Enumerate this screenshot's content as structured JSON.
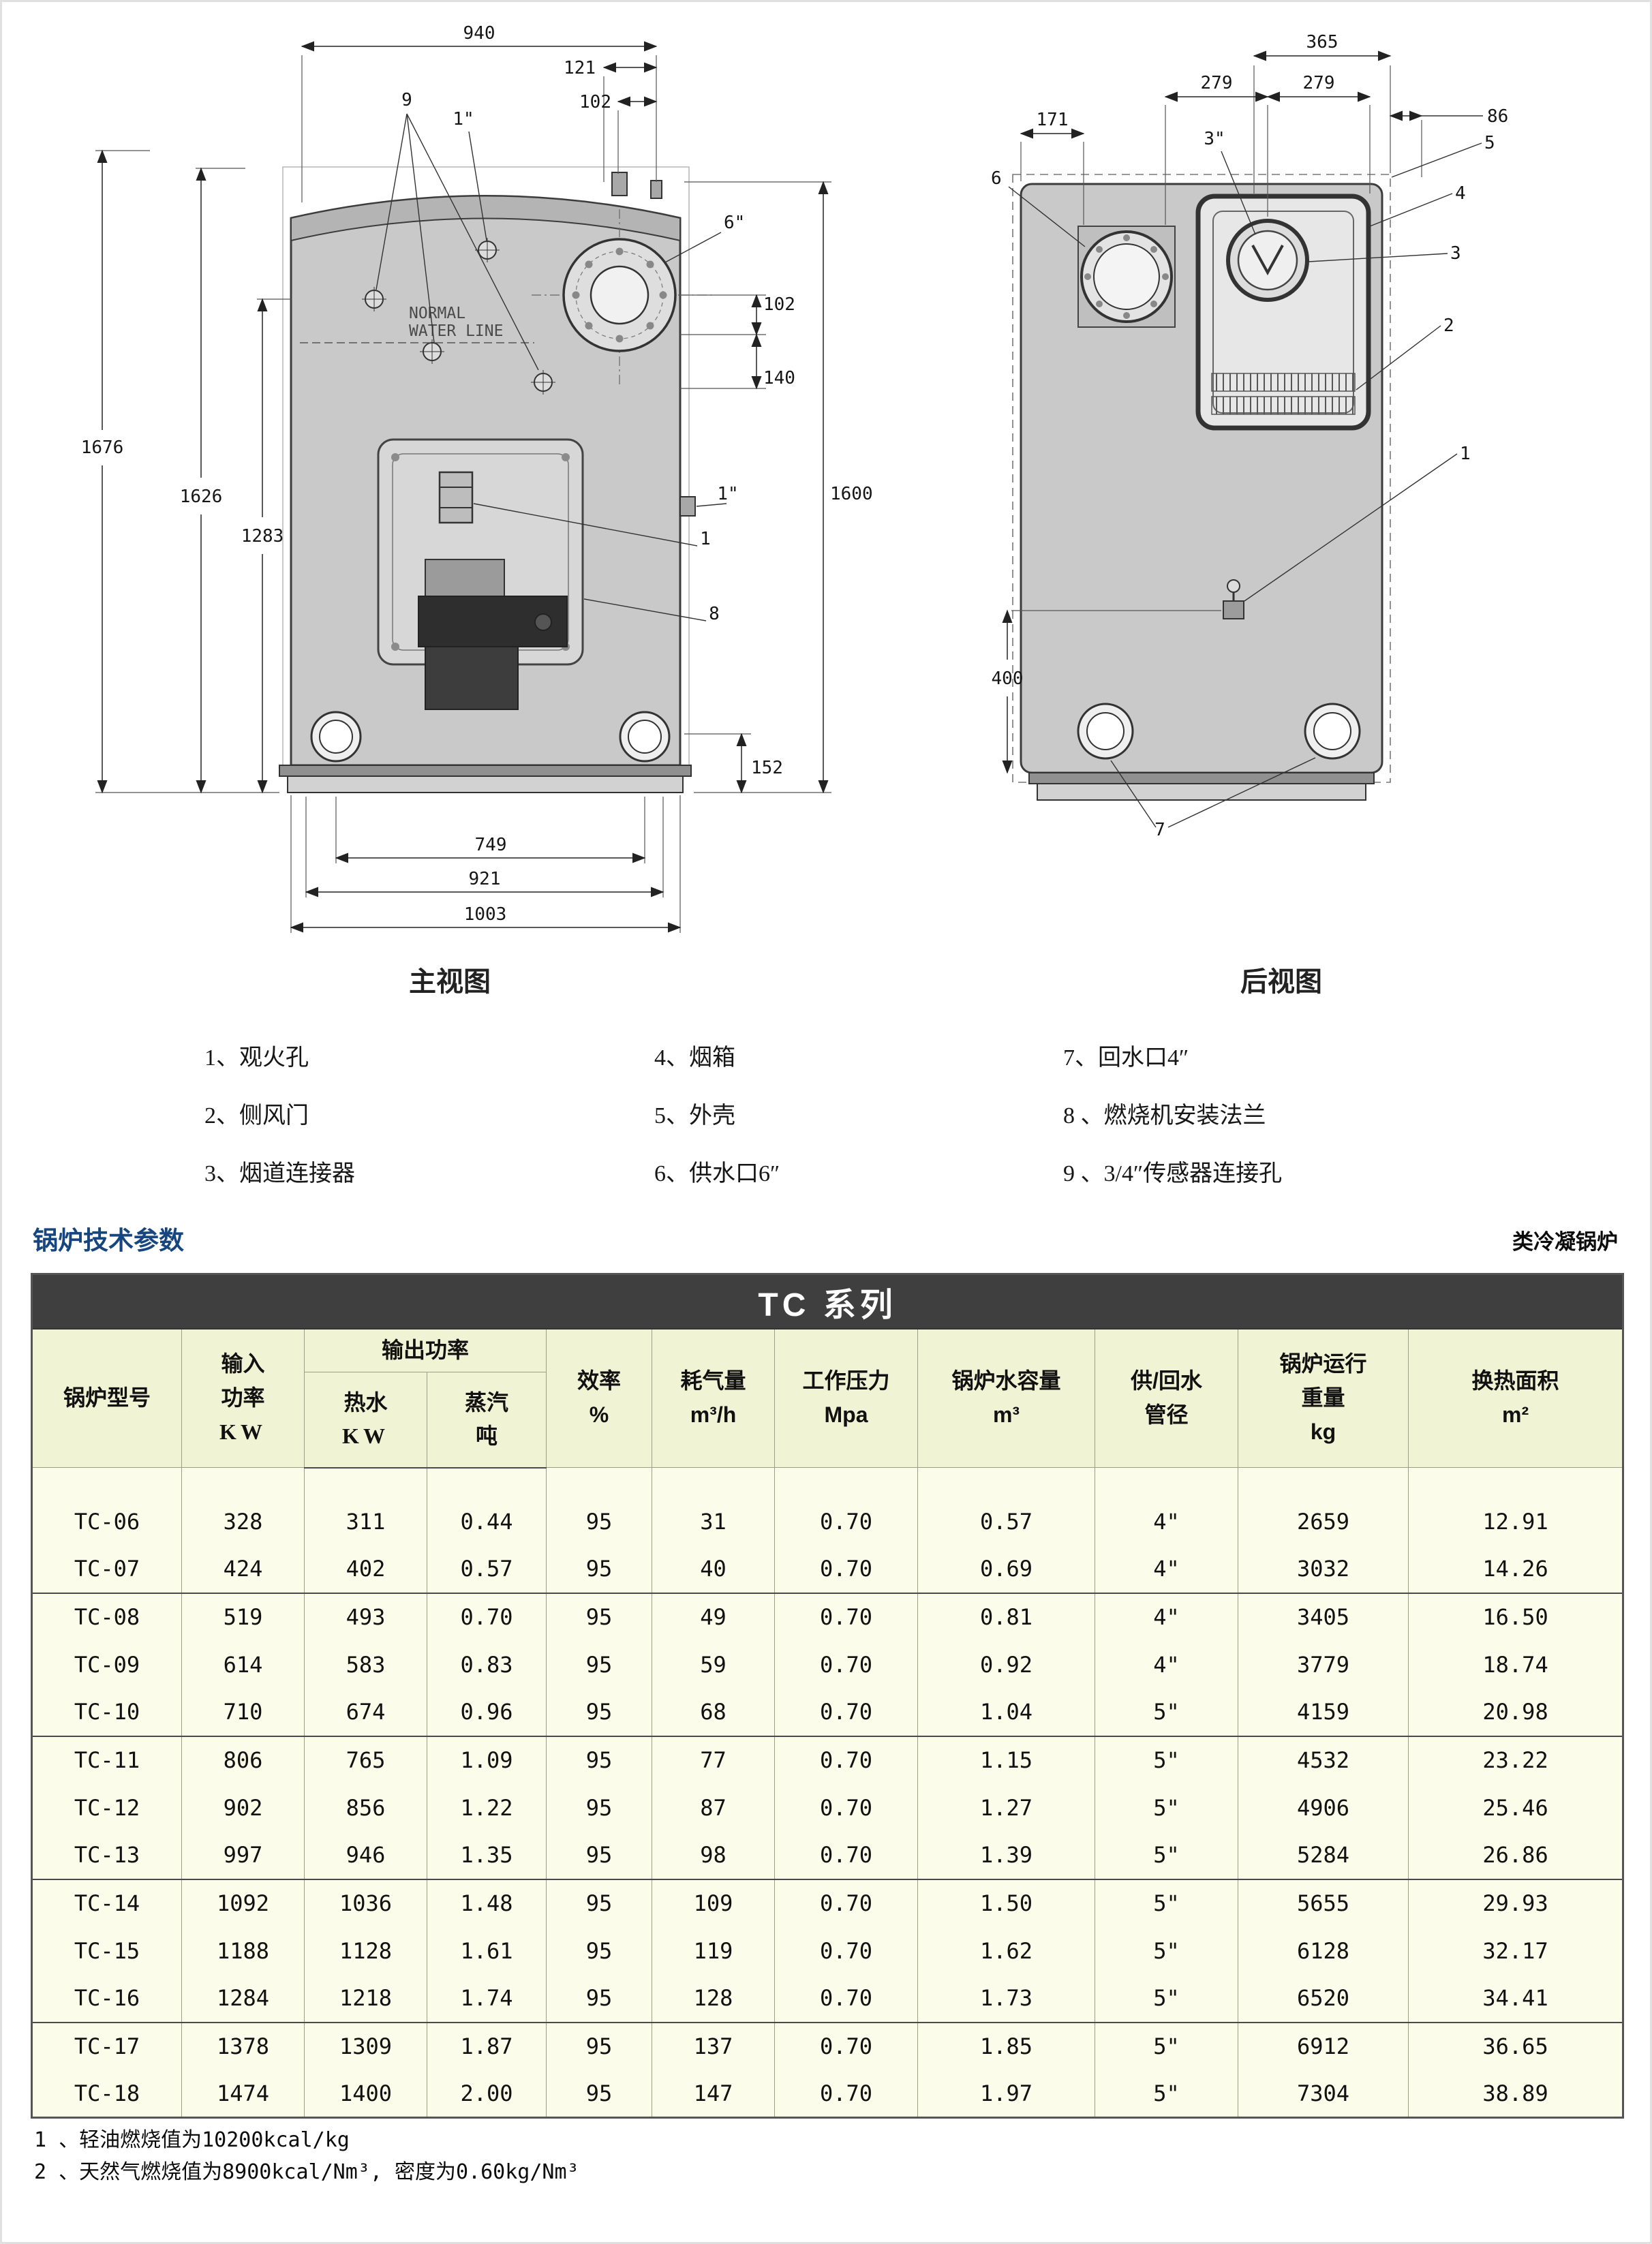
{
  "page": {
    "section_title": "锅炉技术参数",
    "section_right": "类冷凝锅炉",
    "notes": [
      "1 、轻油燃烧值为10200kcal/kg",
      "2 、天然气燃烧值为8900kcal/Nm³, 密度为0.60kg/Nm³"
    ]
  },
  "colors": {
    "section_title_color": "#17457f",
    "table_title_bg": "#3f3f3f",
    "table_bg": "#fbfce9",
    "header_bg": "#f1f3d5"
  },
  "legend": {
    "items": [
      "1、观火孔",
      "2、侧风门",
      "3、烟道连接器",
      "4、烟箱",
      "5、外壳",
      "6、供水口6″",
      "7、回水口4″",
      "8 、燃烧机安装法兰",
      "9 、3/4″传感器连接孔"
    ]
  },
  "front_view": {
    "caption": "主视图",
    "water_line_1": "NORMAL",
    "water_line_2": "WATER LINE",
    "dim_940": "940",
    "dim_121": "121",
    "dim_102_top": "102",
    "dim_102_right": "102",
    "dim_140": "140",
    "dim_1676": "1676",
    "dim_1626": "1626",
    "dim_1283": "1283",
    "dim_1600": "1600",
    "dim_152": "152",
    "dim_749": "749",
    "dim_921": "921",
    "dim_1003": "1003",
    "callout_9": "9",
    "callout_1in_top": "1\"",
    "callout_6in": "6\"",
    "callout_1in_right": "1\"",
    "callout_1": "1",
    "callout_8": "8"
  },
  "rear_view": {
    "caption": "后视图",
    "dim_365": "365",
    "dim_279_left": "279",
    "dim_279_right": "279",
    "dim_86": "86",
    "dim_171": "171",
    "dim_400": "400",
    "callout_3in": "3\"",
    "callout_5": "5",
    "callout_6": "6",
    "callout_4": "4",
    "callout_3": "3",
    "callout_2": "2",
    "callout_1": "1",
    "callout_7": "7"
  },
  "table": {
    "title": "TC 系列",
    "header": {
      "model": "锅炉型号",
      "input": [
        "输入",
        "功率",
        "KW"
      ],
      "output": "输出功率",
      "hot_water": [
        "热水",
        "KW"
      ],
      "steam": [
        "蒸汽",
        "吨"
      ],
      "efficiency": [
        "效率",
        "%"
      ],
      "gas": [
        "耗气量",
        "m³/h"
      ],
      "pressure": [
        "工作压力",
        "Mpa"
      ],
      "capacity": [
        "锅炉水容量",
        "m³"
      ],
      "pipe": [
        "供/回水",
        "管径"
      ],
      "weight": [
        "锅炉运行",
        "重量",
        "kg"
      ],
      "area": [
        "换热面积",
        "m²"
      ]
    },
    "rows": [
      {
        "group_start": false,
        "cells": [
          "TC-06",
          "328",
          "311",
          "0.44",
          "95",
          "31",
          "0.70",
          "0.57",
          "4\"",
          "2659",
          "12.91"
        ]
      },
      {
        "group_start": false,
        "cells": [
          "TC-07",
          "424",
          "402",
          "0.57",
          "95",
          "40",
          "0.70",
          "0.69",
          "4\"",
          "3032",
          "14.26"
        ]
      },
      {
        "group_start": true,
        "cells": [
          "TC-08",
          "519",
          "493",
          "0.70",
          "95",
          "49",
          "0.70",
          "0.81",
          "4\"",
          "3405",
          "16.50"
        ]
      },
      {
        "group_start": false,
        "cells": [
          "TC-09",
          "614",
          "583",
          "0.83",
          "95",
          "59",
          "0.70",
          "0.92",
          "4\"",
          "3779",
          "18.74"
        ]
      },
      {
        "group_start": false,
        "cells": [
          "TC-10",
          "710",
          "674",
          "0.96",
          "95",
          "68",
          "0.70",
          "1.04",
          "5\"",
          "4159",
          "20.98"
        ]
      },
      {
        "group_start": true,
        "cells": [
          "TC-11",
          "806",
          "765",
          "1.09",
          "95",
          "77",
          "0.70",
          "1.15",
          "5\"",
          "4532",
          "23.22"
        ]
      },
      {
        "group_start": false,
        "cells": [
          "TC-12",
          "902",
          "856",
          "1.22",
          "95",
          "87",
          "0.70",
          "1.27",
          "5\"",
          "4906",
          "25.46"
        ]
      },
      {
        "group_start": false,
        "cells": [
          "TC-13",
          "997",
          "946",
          "1.35",
          "95",
          "98",
          "0.70",
          "1.39",
          "5\"",
          "5284",
          "26.86"
        ]
      },
      {
        "group_start": true,
        "cells": [
          "TC-14",
          "1092",
          "1036",
          "1.48",
          "95",
          "109",
          "0.70",
          "1.50",
          "5\"",
          "5655",
          "29.93"
        ]
      },
      {
        "group_start": false,
        "cells": [
          "TC-15",
          "1188",
          "1128",
          "1.61",
          "95",
          "119",
          "0.70",
          "1.62",
          "5\"",
          "6128",
          "32.17"
        ]
      },
      {
        "group_start": false,
        "cells": [
          "TC-16",
          "1284",
          "1218",
          "1.74",
          "95",
          "128",
          "0.70",
          "1.73",
          "5\"",
          "6520",
          "34.41"
        ]
      },
      {
        "group_start": true,
        "cells": [
          "TC-17",
          "1378",
          "1309",
          "1.87",
          "95",
          "137",
          "0.70",
          "1.85",
          "5\"",
          "6912",
          "36.65"
        ]
      },
      {
        "group_start": false,
        "cells": [
          "TC-18",
          "1474",
          "1400",
          "2.00",
          "95",
          "147",
          "0.70",
          "1.97",
          "5\"",
          "7304",
          "38.89"
        ]
      }
    ]
  }
}
